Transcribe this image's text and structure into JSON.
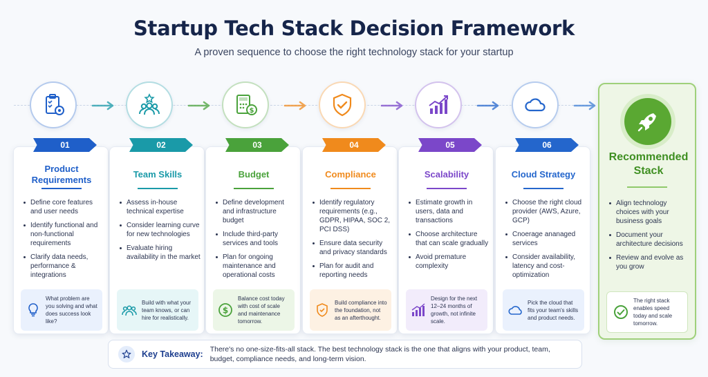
{
  "title": "Startup Tech Stack Decision Framework",
  "subtitle": "A proven sequence to choose the right technology stack for your startup",
  "steps": [
    {
      "number": "01",
      "title": "Product Requirements",
      "color": "#1f5fc9",
      "tint": "#eaf1fd",
      "icon": "clipboard-target-icon",
      "bullets": [
        "Define core features and user needs",
        "Identify functional and non-functional requirements",
        "Clarify data needs, performance & integrations"
      ],
      "tip_icon": "lightbulb-icon",
      "tip": "What problem are you solving and what does success look like?"
    },
    {
      "number": "02",
      "title": "Team Skills",
      "color": "#1a9aa8",
      "tint": "#e6f6f7",
      "icon": "team-star-icon",
      "bullets": [
        "Assess in-house technical expertise",
        "Consider learning curve for new technologies",
        "Evaluate hiring availability in the market"
      ],
      "tip_icon": "team-icon",
      "tip": "Build with what your team knows, or can hire for realistically."
    },
    {
      "number": "03",
      "title": "Budget",
      "color": "#4aa23b",
      "tint": "#ecf6e7",
      "icon": "calculator-dollar-icon",
      "bullets": [
        "Define development and infrastructure budget",
        "Include third-party services and tools",
        "Plan for ongoing maintenance and operational costs"
      ],
      "tip_icon": "dollar-icon",
      "tip": "Balance cost today with cost of scale and maintenance tomorrow."
    },
    {
      "number": "04",
      "title": "Compliance",
      "color": "#f08a1c",
      "tint": "#fdf1e3",
      "icon": "shield-check-icon",
      "bullets": [
        "Identify regulatory requirements (e.g., GDPR, HIPAA, SOC 2, PCI DSS)",
        "Ensure data security and privacy standards",
        "Plan for audit and reporting needs"
      ],
      "tip_icon": "shield-icon",
      "tip": "Build compliance into the foundation, not as an afterthought."
    },
    {
      "number": "05",
      "title": "Scalability",
      "color": "#7b47c9",
      "tint": "#f2ecfb",
      "icon": "growth-chart-icon",
      "bullets": [
        "Estimate growth in users, data and transactions",
        "Choose architecture that can scale gradually",
        "Avoid premature complexity"
      ],
      "tip_icon": "chart-icon",
      "tip": "Design for the next 12–24 months of growth, not infinite scale."
    },
    {
      "number": "06",
      "title": "Cloud Strategy",
      "color": "#2466cc",
      "tint": "#eaf1fd",
      "icon": "cloud-icon",
      "bullets": [
        "Choose the right cloud provider (AWS, Azure, GCP)",
        "Cnoerage ananaged services",
        "Consider availability, latency and cost-optimization"
      ],
      "tip_icon": "cloud-small-icon",
      "tip": "Pick the cloud that fits your team's skills and product needs."
    }
  ],
  "final": {
    "title": "Recommended Stack",
    "icon": "rocket-icon",
    "bullets": [
      "Align technology choices with your business goals",
      "Document your architecture decisions",
      "Review and evolve as you grow"
    ],
    "tip_icon": "check-circle-icon",
    "tip": "The right stack enables speed today and scale tomorrow."
  },
  "takeaway": {
    "label": "Key Takeaway:",
    "text": "There's no one-size-fits-all stack. The best technology stack is the one that aligns with your product, team, budget, compliance needs, and long-term vision."
  }
}
